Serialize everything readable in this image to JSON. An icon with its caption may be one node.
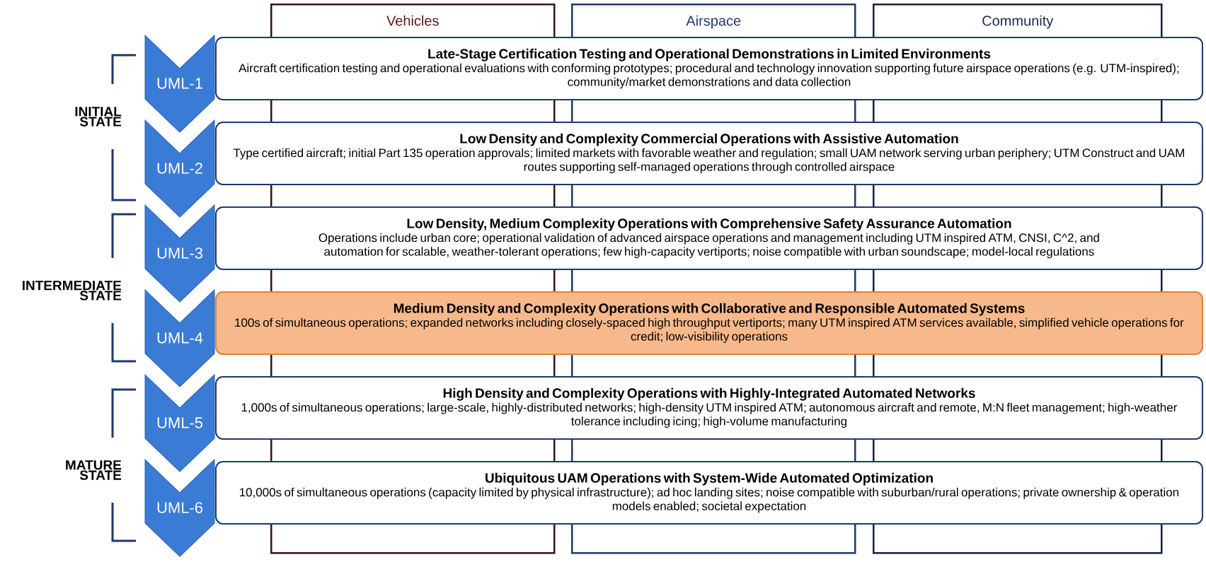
{
  "diagram": {
    "nodes": [
      {
        "text": [
          "Vehicles"
        ]
      },
      {
        "text": [
          "Airspace"
        ]
      },
      {
        "text": [
          "Community"
        ]
      },
      {
        "text": [
          "UML-1"
        ]
      },
      {
        "text": [
          "UML-2"
        ]
      },
      {
        "text": [
          "UML-3"
        ]
      },
      {
        "text": [
          "UML-4"
        ]
      },
      {
        "text": [
          "UML-5"
        ]
      },
      {
        "text": [
          "UML-6"
        ]
      },
      {
        "text": [
          "Late-Stage Certification Testing and Operational Demonstrations in Limited Environments",
          "Aircraft certification testing and operational evaluations with conforming prototypes; procedural and technology innovation supporting future airspace operations (e.g. UTM-inspired); community/market demonstrations and data collection"
        ]
      },
      {
        "text": [
          "Low Density and Complexity Commercial Operations with Assistive Automation",
          "Type certified aircraft; initial Part 135 operation approvals; limited markets with favorable weather and regulation; small UAM network serving urban periphery; UTM Construct and UAM routes supporting self-managed operations through controlled airspace"
        ]
      },
      {
        "text": [
          "Low Density, Medium Complexity Operations with Comprehensive Safety Assurance Automation",
          "Operations include urban core; operational validation of advanced airspace operations and management including UTM inspired ATM, CNSI, C^2, and automation for scalable, weather-tolerant operations; few high-capacity vertiports; noise compatible with urban soundscape; model-local regulations"
        ]
      },
      {
        "text": [
          "Medium Density and Complexity Operations with Collaborative and Responsible Automated Systems",
          "100s of simultaneous operations; expanded networks including closely-spaced high throughput vertiports; many UTM inspired ATM services available, simplified vehicle operations for credit; low-visibility operations"
        ]
      },
      {
        "text": [
          "High Density and Complexity Operations with Highly-Integrated Automated Networks",
          "1,000s of simultaneous operations; large-scale, highly-distributed networks; high-density UTM inspired ATM; autonomous aircraft and remote, M:N fleet management; high-weather tolerance including icing; high-volume manufacturing"
        ]
      },
      {
        "text": [
          "Ubiquitous UAM Operations with System-Wide Automated Optimization",
          "10,000s of simultaneous operations (capacity limited by physical infrastructure); ad hoc landing sites; noise compatible with suburban/rural operations; private ownership & operation models enabled; societal expectation"
        ]
      }
    ],
    "labels": [
      "INITIAL STATE",
      "INTERMEDIATE STATE",
      "MATURE STATE"
    ]
  }
}
